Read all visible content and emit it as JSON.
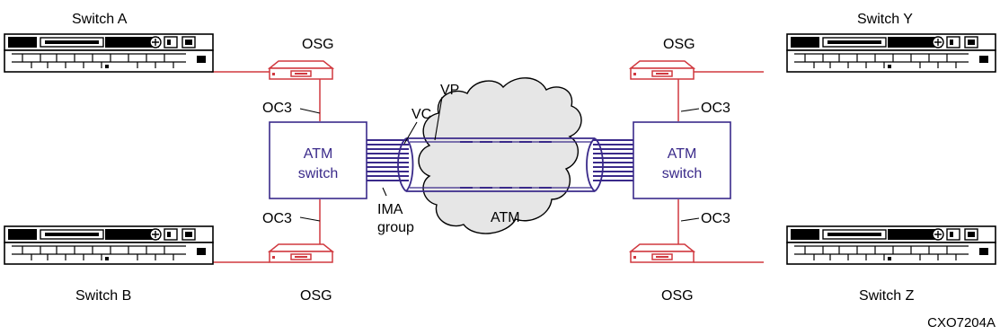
{
  "switches": {
    "a": {
      "label": "Switch A"
    },
    "b": {
      "label": "Switch B"
    },
    "y": {
      "label": "Switch Y"
    },
    "z": {
      "label": "Switch Z"
    }
  },
  "osg": {
    "label": "OSG"
  },
  "links": {
    "oc3": "OC3"
  },
  "atm_switch": {
    "line1": "ATM",
    "line2": "switch"
  },
  "tunnel": {
    "vc": "VC",
    "vp": "VP"
  },
  "ima": {
    "line1": "IMA",
    "line2": "group"
  },
  "cloud": {
    "label": "ATM"
  },
  "figure_id": "CXO7204A",
  "colors": {
    "red": "#d0383f",
    "purple": "#3a2a8a",
    "cloud": "#e6e6e6"
  }
}
